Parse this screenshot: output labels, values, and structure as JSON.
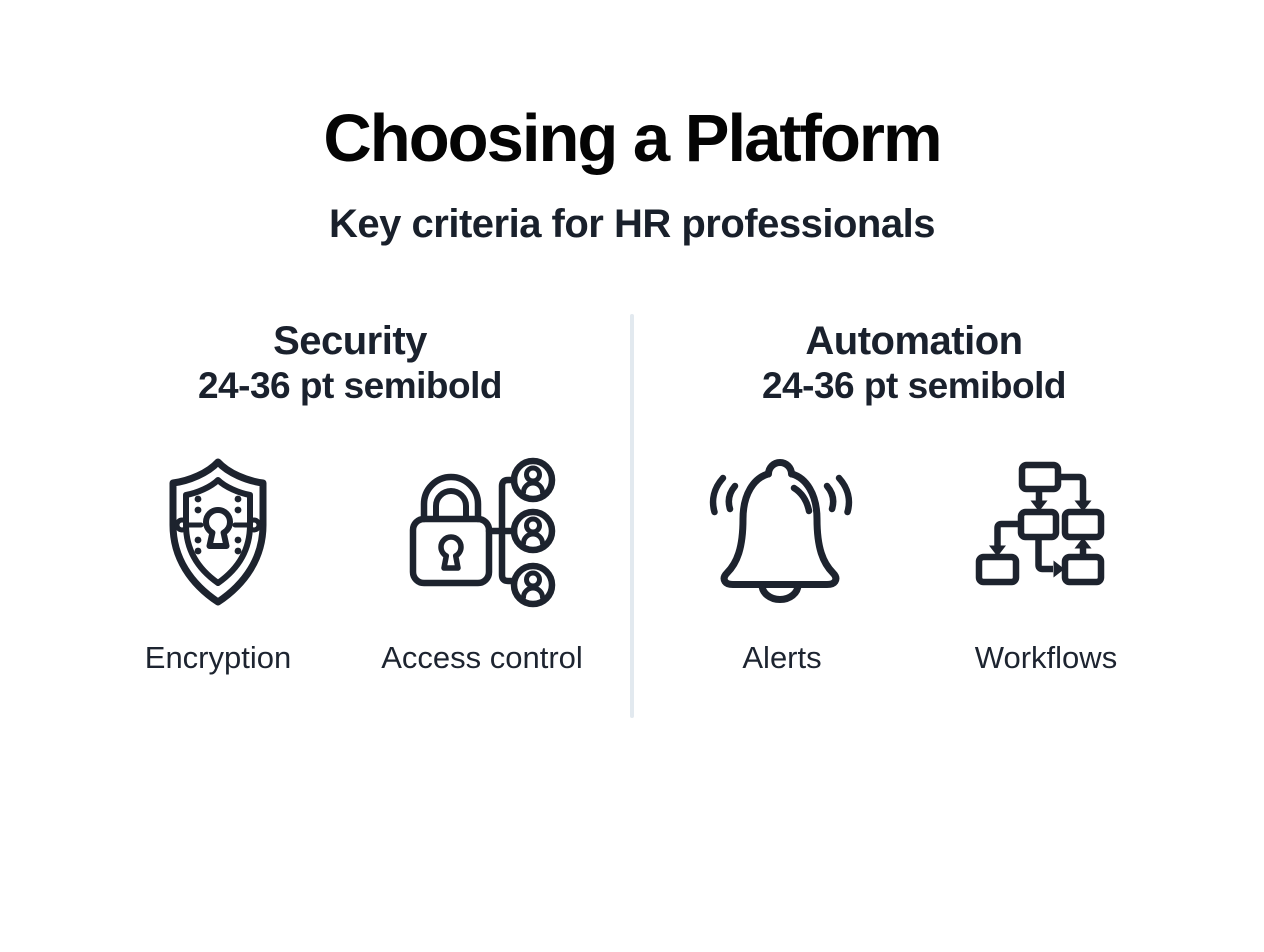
{
  "header": {
    "title": "Choosing a Platform",
    "subtitle": "Key criteria for HR professionals"
  },
  "columns": [
    {
      "title": "Security",
      "note": "24-36 pt semibold",
      "items": [
        {
          "label": "Encryption",
          "icon": "shield-keyhole-icon"
        },
        {
          "label": "Access control",
          "icon": "lock-users-icon"
        }
      ]
    },
    {
      "title": "Automation",
      "note": "24-36 pt semibold",
      "items": [
        {
          "label": "Alerts",
          "icon": "bell-icon"
        },
        {
          "label": "Workflows",
          "icon": "flowchart-icon"
        }
      ]
    }
  ],
  "colors": {
    "title_text": "#040404",
    "body_text": "#1d2430",
    "icon_stroke": "#1d232e",
    "divider": "#e2e9ef",
    "background": "#ffffff"
  }
}
